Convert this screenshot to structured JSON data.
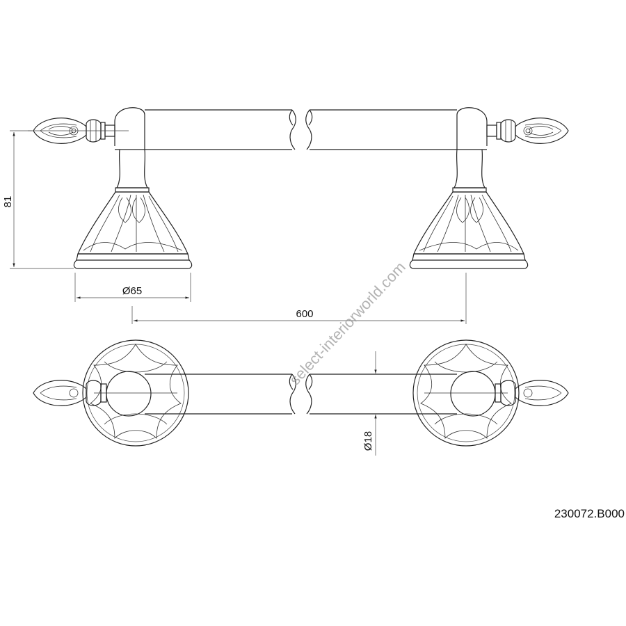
{
  "dimensions": {
    "height": "81",
    "base_diameter": "Ø65",
    "length": "600",
    "bar_diameter": "Ø18"
  },
  "product_code": "230072.B000",
  "watermark": "select-interiorworld.com"
}
